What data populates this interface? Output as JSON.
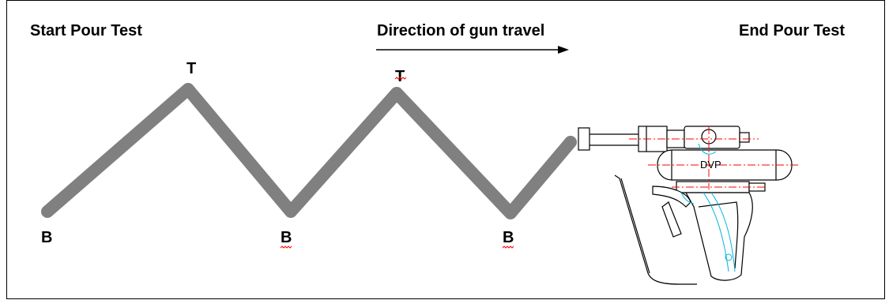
{
  "labels": {
    "start": "Start Pour Test",
    "direction": "Direction of gun travel",
    "end": "End Pour Test",
    "top_1": "T",
    "top_2": "T",
    "bottom_1": "B",
    "bottom_2": "B",
    "bottom_3": "B",
    "gun_brand": "DVP"
  },
  "colors": {
    "zigzag": "#808080",
    "gun_outline": "#000000",
    "gun_centerline": "#ff0000",
    "gun_detail": "#00b4d8",
    "spellcheck_squiggle": "#ff0000"
  }
}
